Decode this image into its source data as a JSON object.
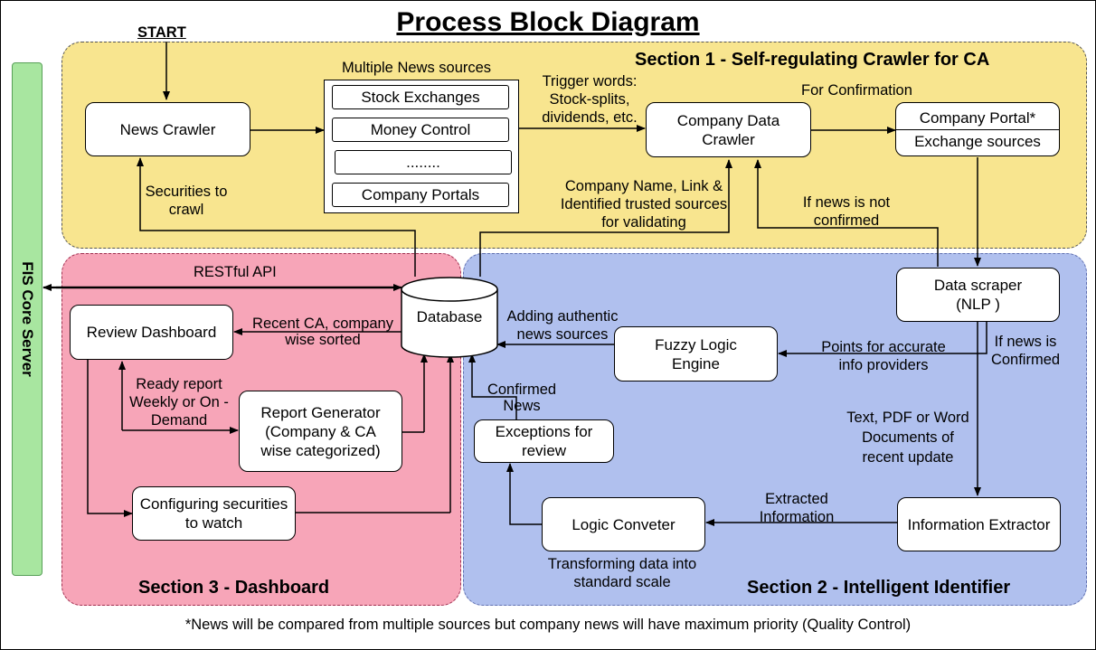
{
  "title": "Process Block Diagram",
  "start_label": "START",
  "side_bar": "FIS Core Server",
  "footnote": "*News will be compared from multiple sources but company news will have maximum priority (Quality Control)",
  "colors": {
    "section1": "#f8e58f",
    "section2": "#b0c0ee",
    "section3": "#f7a5b8",
    "side_bar": "#a8e6a0"
  },
  "sections": {
    "s1": "Section 1 - Self-regulating Crawler for CA",
    "s2": "Section 2 - Intelligent Identifier",
    "s3": "Section 3 - Dashboard"
  },
  "nodes": {
    "news_crawler": "News Crawler",
    "sources_title": "Multiple News sources",
    "sources": [
      "Stock Exchanges",
      "Money Control",
      "........",
      "Company Portals"
    ],
    "company_crawler": "Company Data Crawler",
    "portal_top": "Company Portal*",
    "portal_bottom": "Exchange sources",
    "data_scraper": "Data scraper (NLP )",
    "database": "Database",
    "review_dashboard": "Review Dashboard",
    "report_generator": "Report Generator (Company & CA wise categorized)",
    "configuring": "Configuring securities to watch",
    "fuzzy": "Fuzzy Logic Engine",
    "exceptions": "Exceptions for review",
    "logic_converter": "Logic Conveter",
    "info_extractor": "Information Extractor"
  },
  "edge_labels": {
    "trigger": "Trigger words: Stock-splits, dividends, etc.",
    "for_confirmation": "For Confirmation",
    "securities": "Securities to crawl",
    "company_name": "Company Name, Link & Identified trusted sources for validating",
    "not_confirmed": "If news is not confirmed",
    "restful": "RESTful API",
    "recent_ca": "Recent CA, company wise sorted",
    "adding": "Adding authentic news sources",
    "points": "Points for accurate info providers",
    "if_confirmed": "If news is Confirmed",
    "ready": "Ready report Weekly or On - Demand",
    "confirmed_news": "Confirmed News",
    "text_pdf": "Text, PDF or Word Documents of recent update",
    "extracted": "Extracted Information",
    "transforming": "Transforming data into standard scale"
  }
}
